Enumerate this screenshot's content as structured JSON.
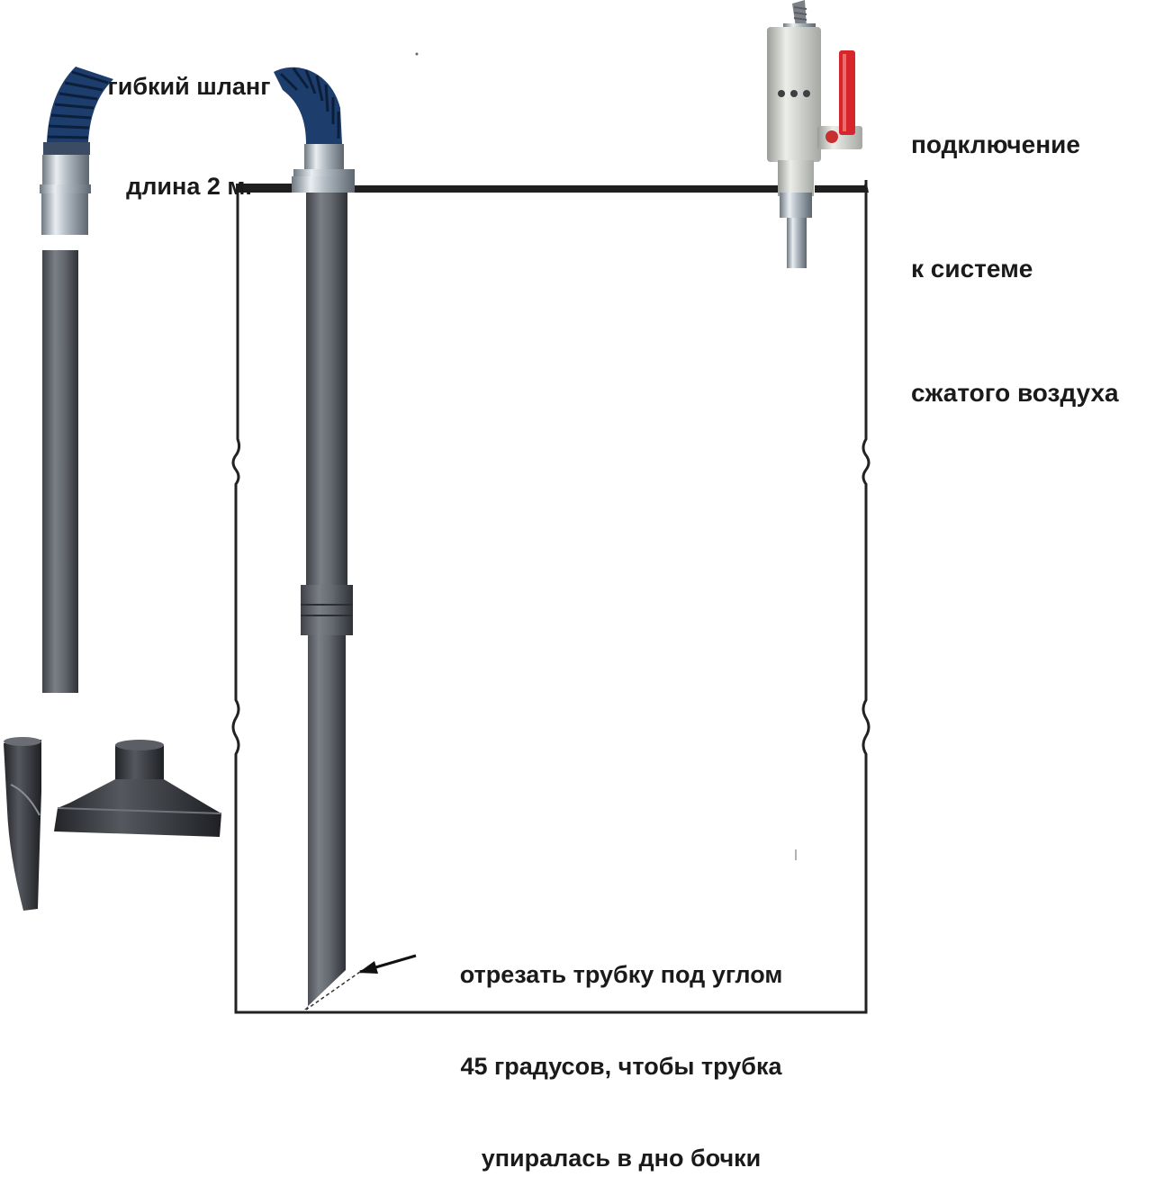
{
  "labels": {
    "hose": [
      "гибкий шланг",
      "длина 2 м."
    ],
    "air": [
      "подключение",
      "к системе",
      "сжатого воздуха"
    ],
    "cut": [
      "отрезать трубку под углом",
      "45 градусов, чтобы трубка",
      "упиралась в дно бочки"
    ]
  },
  "colors": {
    "barrel_outline": "#222222",
    "pipe_gray": "#62656b",
    "hose_blue": "#1d3d6d",
    "metal": "#b9c1c8",
    "valve_body": "#d6d8d3",
    "valve_handle": "#d6262b",
    "nozzle_dark": "#3a3d42",
    "text": "#1a1a1a"
  }
}
